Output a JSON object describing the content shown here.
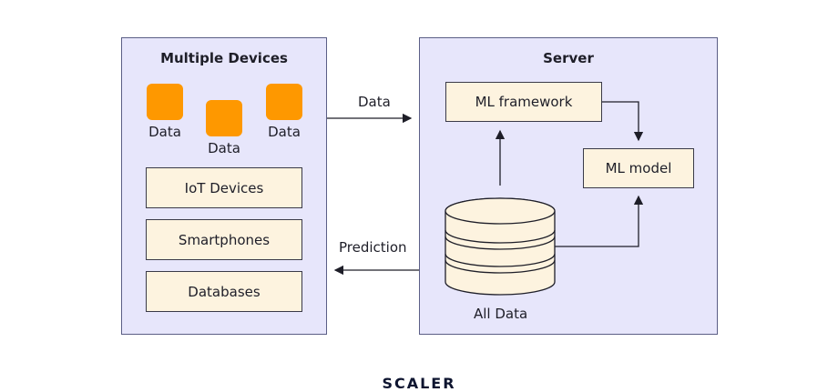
{
  "left_panel": {
    "title": "Multiple Devices",
    "device_tiles": [
      {
        "label": "Data"
      },
      {
        "label": "Data"
      },
      {
        "label": "Data"
      }
    ],
    "sources": [
      {
        "label": "IoT Devices"
      },
      {
        "label": "Smartphones"
      },
      {
        "label": "Databases"
      }
    ]
  },
  "right_panel": {
    "title": "Server",
    "ml_framework": "ML framework",
    "ml_model": "ML model",
    "database_label": "All Data"
  },
  "connections": {
    "to_server": "Data",
    "to_devices": "Prediction"
  },
  "colors": {
    "panel_fill": "#e7e6fb",
    "panel_border": "#5b5e86",
    "tile_fill": "#fe9800",
    "box_fill": "#fdf3df"
  },
  "brand": "SCALER"
}
